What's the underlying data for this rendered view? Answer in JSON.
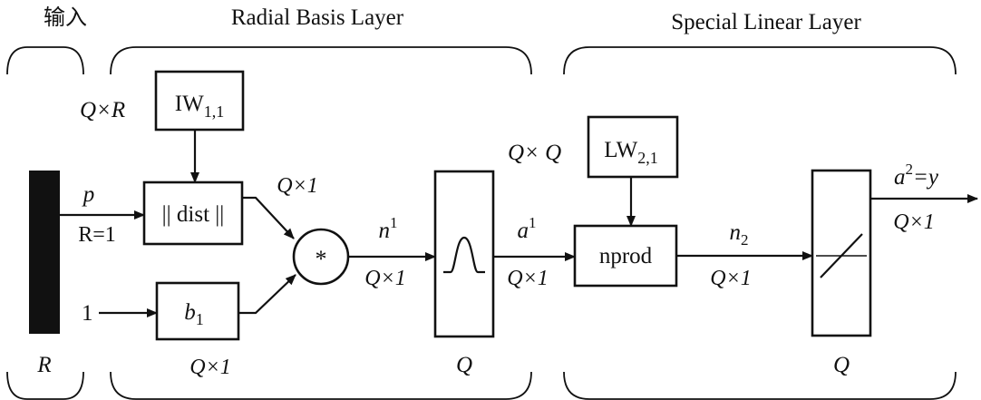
{
  "sections": {
    "input": "输入",
    "radial": "Radial Basis Layer",
    "linear": "Special Linear Layer"
  },
  "blocks": {
    "iw": {
      "main": "IW",
      "sub": "1,1"
    },
    "dist": "|| dist ||",
    "bias": {
      "main": "b",
      "sub": "1"
    },
    "mult": "*",
    "lw": {
      "main": "LW",
      "sub": "2,1"
    },
    "nprod": "nprod"
  },
  "labels": {
    "input_dim": "R",
    "p": "p",
    "r_eq": "R=1",
    "one": "1",
    "q_x_r": "Q×R",
    "q_x_1_dist": "Q×1",
    "q_x_1_bias": "Q×1",
    "n1": {
      "main": "n",
      "sup": "1"
    },
    "n1_dim": "Q×1",
    "radbas_q": "Q",
    "a1": {
      "main": "a",
      "sup": "1"
    },
    "a1_dim": "Q×1",
    "q_x_q": "Q× Q",
    "n2": {
      "main": "n",
      "sub": "2"
    },
    "n2_dim": "Q×1",
    "purelin_q": "Q",
    "out": {
      "main": "a",
      "sup": "2",
      "rest": "=y"
    },
    "out_dim": "Q×1"
  }
}
